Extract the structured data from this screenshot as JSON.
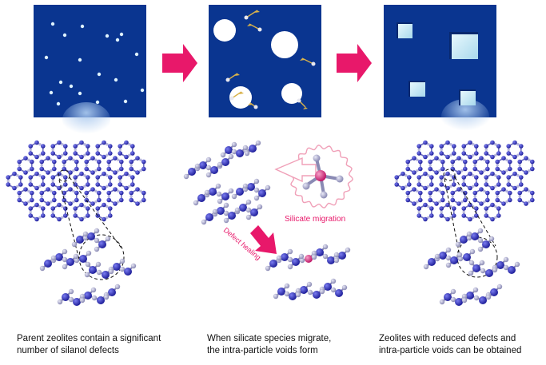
{
  "captions": [
    {
      "line1": "Parent zeolites contain a significant",
      "line2": "number of silanol defects"
    },
    {
      "line1": "When silicate species migrate,",
      "line2": "the intra-particle voids form"
    },
    {
      "line1": "Zeolites with reduced defects and",
      "line2": "intra-particle voids can be obtained"
    }
  ],
  "labels": {
    "silicate_migration": "Silicate migration",
    "defect_healing": "Defect healing"
  },
  "colors": {
    "zeolite_box": "#0a3590",
    "arrow": "#e8186a",
    "framework_atom": "#2d2fbf",
    "oxygen_atom": "#a9a9cf",
    "silicate_highlight": "#e0408a",
    "void_square": "#c8eaf5",
    "migration_arrow": "#d9b24a"
  }
}
